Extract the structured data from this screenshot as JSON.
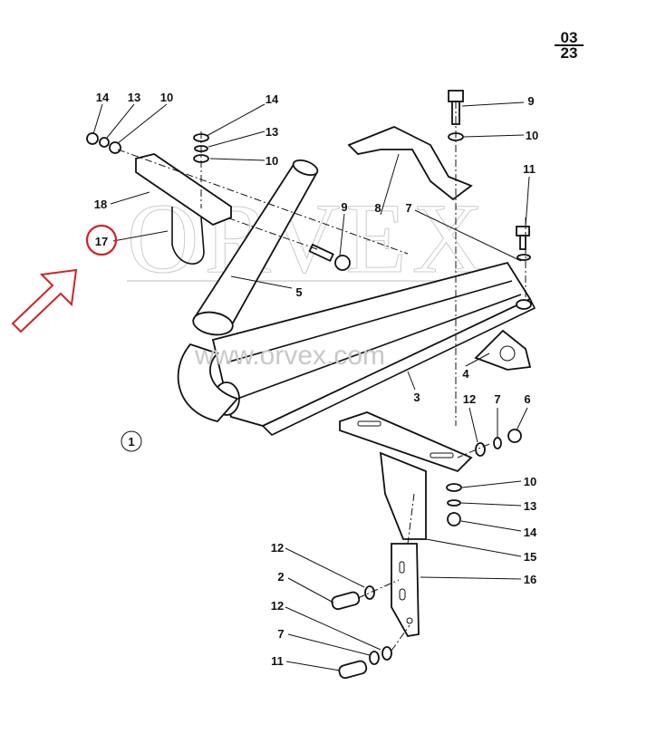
{
  "page_number": {
    "top": "03",
    "bottom": "23"
  },
  "watermark": {
    "logo": "ORVEX",
    "url": "www.orvex.com"
  },
  "figure_number": "1",
  "highlighted_callout": "17",
  "colors": {
    "highlight": "#d42020",
    "line": "#111111",
    "watermark": "#cccccc"
  },
  "callouts": [
    "14",
    "13",
    "10",
    "14",
    "13",
    "10",
    "9",
    "10",
    "11",
    "18",
    "17",
    "9",
    "8",
    "7",
    "5",
    "4",
    "3",
    "12",
    "7",
    "6",
    "10",
    "13",
    "14",
    "15",
    "16",
    "12",
    "2",
    "12",
    "7",
    "11"
  ]
}
